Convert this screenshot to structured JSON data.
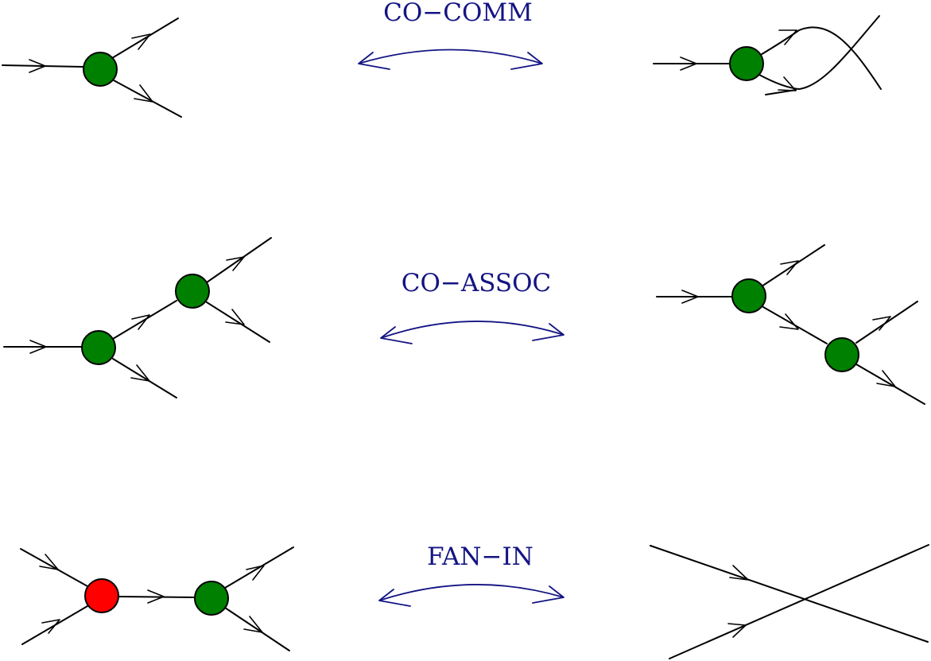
{
  "colors": {
    "ink": "#000000",
    "relation": "#141484",
    "node_green": "#008000",
    "node_red": "#ff0000"
  },
  "relations": [
    {
      "id": "co-comm",
      "label": "CO−COMM"
    },
    {
      "id": "co-assoc",
      "label": "CO−ASSOC"
    },
    {
      "id": "fan-in",
      "label": "FAN−IN"
    }
  ]
}
